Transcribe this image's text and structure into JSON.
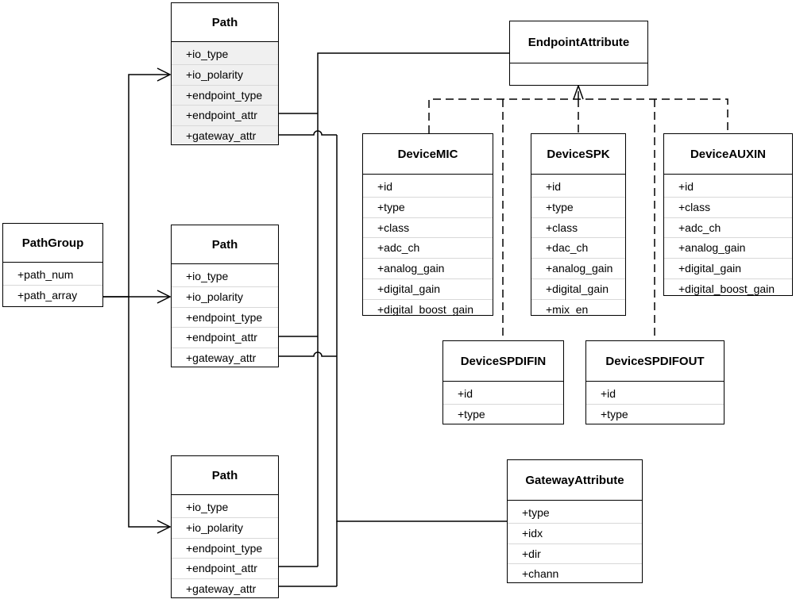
{
  "classes": {
    "path_group": {
      "title": "PathGroup",
      "attributes": [
        "+path_num",
        "+path_array"
      ]
    },
    "path_1": {
      "title": "Path",
      "attributes": [
        "+io_type",
        "+io_polarity",
        "+endpoint_type",
        "+endpoint_attr",
        "+gateway_attr"
      ]
    },
    "path_2": {
      "title": "Path",
      "attributes": [
        "+io_type",
        "+io_polarity",
        "+endpoint_type",
        "+endpoint_attr",
        "+gateway_attr"
      ]
    },
    "path_3": {
      "title": "Path",
      "attributes": [
        "+io_type",
        "+io_polarity",
        "+endpoint_type",
        "+endpoint_attr",
        "+gateway_attr"
      ]
    },
    "endpoint_attribute": {
      "title": "EndpointAttribute",
      "attributes": []
    },
    "device_mic": {
      "title": "DeviceMIC",
      "attributes": [
        "+id",
        "+type",
        "+class",
        "+adc_ch",
        "+analog_gain",
        "+digital_gain",
        "+digital_boost_gain"
      ]
    },
    "device_spk": {
      "title": "DeviceSPK",
      "attributes": [
        "+id",
        "+type",
        "+class",
        "+dac_ch",
        "+analog_gain",
        "+digital_gain",
        "+mix_en"
      ]
    },
    "device_auxin": {
      "title": "DeviceAUXIN",
      "attributes": [
        "+id",
        "+class",
        "+adc_ch",
        "+analog_gain",
        "+digital_gain",
        "+digital_boost_gain"
      ]
    },
    "device_spdifin": {
      "title": "DeviceSPDIFIN",
      "attributes": [
        "+id",
        "+type"
      ]
    },
    "device_spdifout": {
      "title": "DeviceSPDIFOUT",
      "attributes": [
        "+id",
        "+type"
      ]
    },
    "gateway_attribute": {
      "title": "GatewayAttribute",
      "attributes": [
        "+type",
        "+idx",
        "+dir",
        "+chann"
      ]
    }
  }
}
